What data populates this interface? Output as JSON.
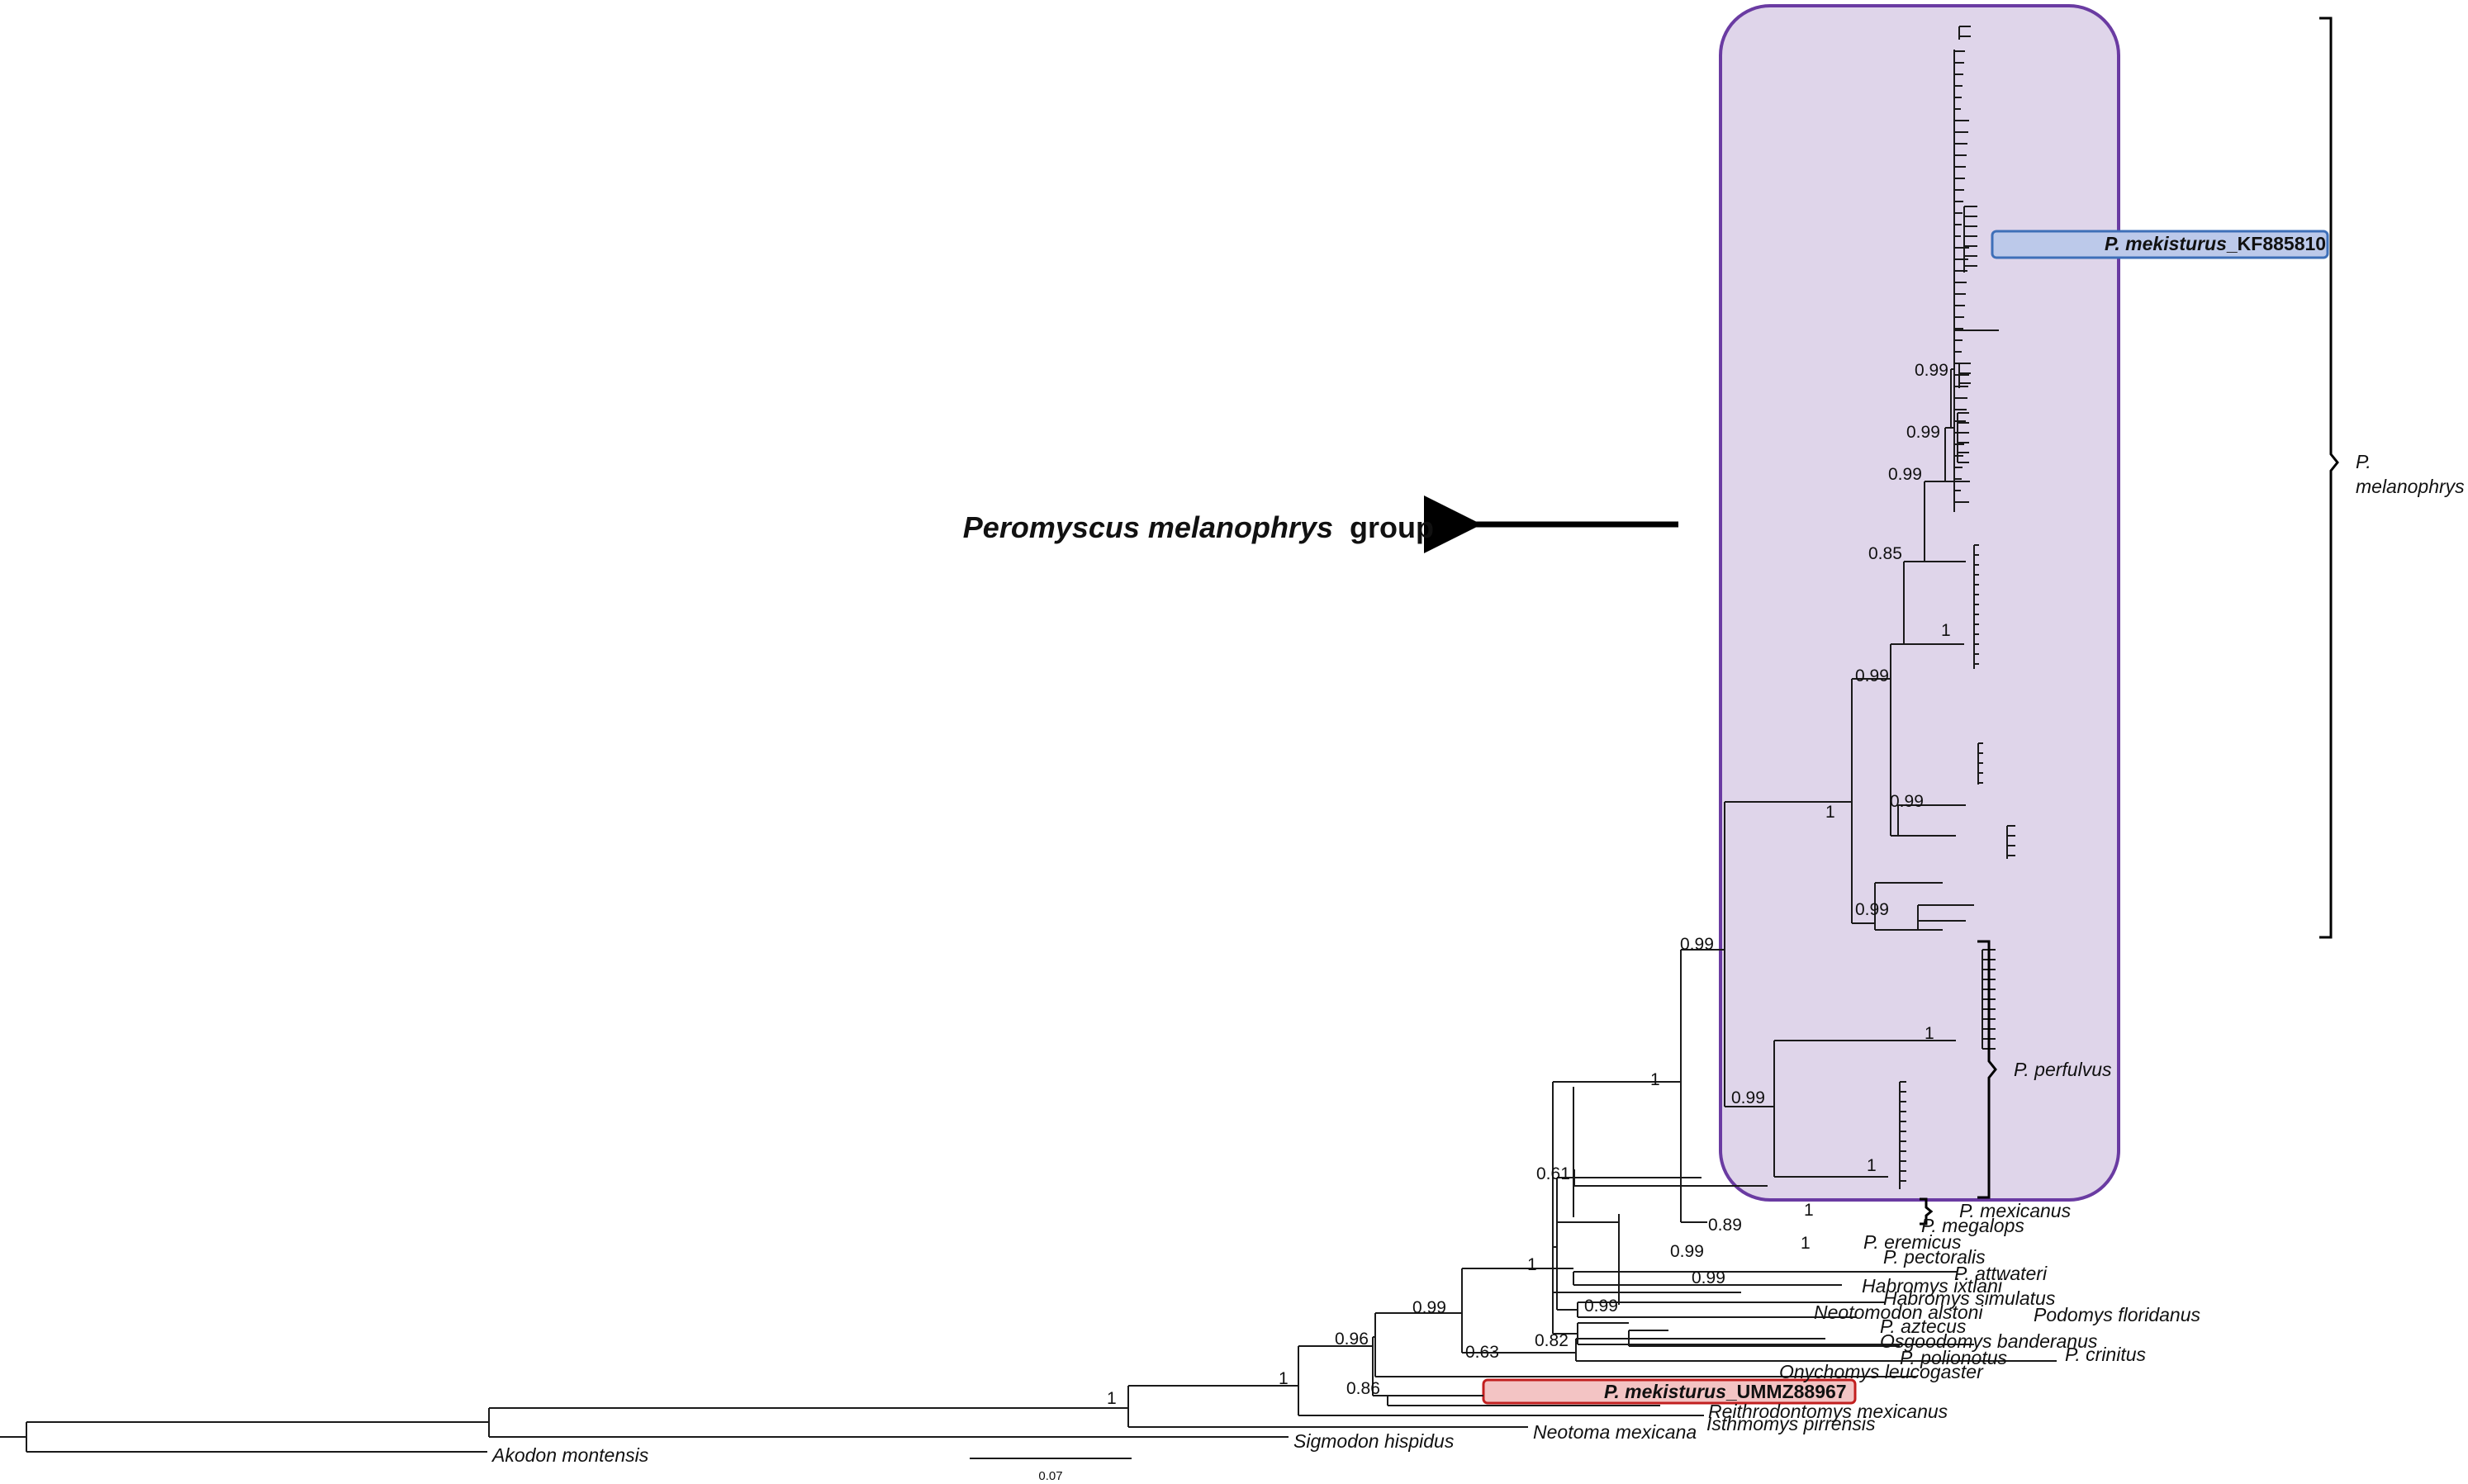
{
  "group_label": {
    "bold_italic": "Peromyscus melanophrys",
    "plain": "group"
  },
  "colors": {
    "group_fill": "#dfd5ea",
    "group_stroke": "#6a3ba2",
    "blue_fill": "#bcc9ea",
    "blue_stroke": "#3e6fb8",
    "red_fill": "#f3c4c4",
    "red_stroke": "#c21f1f"
  },
  "clades": {
    "melanophrys": [
      "P.",
      "melanophrys"
    ],
    "perfulvus": "P. perfulvus"
  },
  "highlighted": {
    "kf_species": "P. mekisturus",
    "kf_accession": "_KF885810",
    "um_species": "P. mekisturus",
    "um_accession": "_UMMZ88967"
  },
  "taxa": [
    "P. mexicanus",
    "P. megalops",
    "P. eremicus",
    "P. pectoralis",
    "P. attwateri",
    "Habromys ixtlani",
    "Habromys simulatus",
    "Neotomodon alstoni",
    "Podomys floridanus",
    "P. aztecus",
    "Osgoodomys banderanus",
    "P. crinitus",
    "P. polionotus",
    "Onychomys leucogaster",
    "Reithrodontomys mexicanus",
    "Isthmomys pirrensis",
    "Neotoma mexicana",
    "Sigmodon hispidus",
    "Akodon montensis"
  ],
  "supports": {
    "s1": "0.99",
    "s2": "0.99",
    "s3": "0.99",
    "s4": "0.85",
    "s5": "1",
    "s6": "0.99",
    "s7": "1",
    "s8": "0.99",
    "s9": "0.99",
    "s10": "0.99",
    "s11": "1",
    "s12": "0.99",
    "s13": "1",
    "s14": "1",
    "s15": "0.61",
    "s16": "1",
    "s17": "0.89",
    "s18": "1",
    "s19": "0.99",
    "s20": "0.99",
    "s21": "0.99",
    "s22": "0.99",
    "s23": "0.96",
    "s24": "0.63",
    "s25": "0.82",
    "s26": "1",
    "s27": "0.86",
    "s28": "1",
    "s29": "1"
  },
  "scale_bar": "0.07"
}
